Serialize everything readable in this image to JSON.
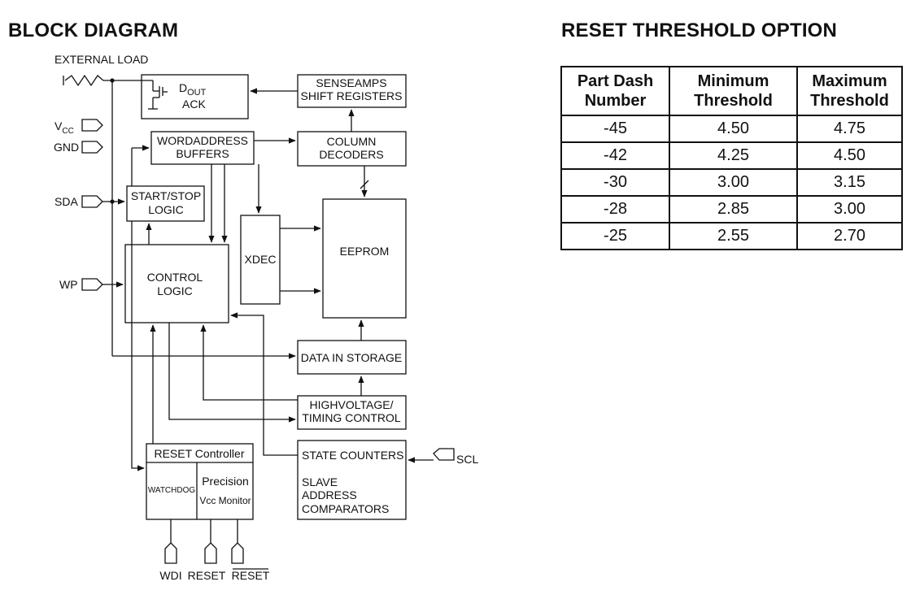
{
  "titles": {
    "block_diagram": "BLOCK DIAGRAM",
    "reset_threshold": "RESET THRESHOLD OPTION"
  },
  "diagram": {
    "external_load": "EXTERNAL LOAD",
    "vcc_v": "V",
    "vcc_sub": "CC",
    "gnd": "GND",
    "sda": "SDA",
    "wp": "WP",
    "scl": "SCL",
    "dout_d": "D",
    "dout_sub": "OUT",
    "ack": "ACK",
    "senseamps": "SENSEAMPS",
    "shift_registers": "SHIFT REGISTERS",
    "wordaddress": "WORDADDRESS",
    "buffers": "BUFFERS",
    "column": "COLUMN",
    "decoders": "DECODERS",
    "start_stop": "START/STOP",
    "logic": "LOGIC",
    "control": "CONTROL",
    "control_logic": "LOGIC",
    "xdec": "XDEC",
    "eeprom": "EEPROM",
    "data_in_storage": "DATA IN STORAGE",
    "high_voltage": "HIGHVOLTAGE/",
    "timing_control": "TIMING CONTROL",
    "reset_controller": "RESET Controller",
    "watchdog": "WATCHDOG",
    "precision": "Precision",
    "vcc_monitor": "Vcc Monitor",
    "state_counters": "STATE COUNTERS",
    "slave": "SLAVE",
    "address": "ADDRESS",
    "comparators": "COMPARATORS",
    "wdi": "WDI",
    "reset": "RESET",
    "reset_bar": "RESET"
  },
  "table": {
    "headers": [
      [
        "Part Dash",
        "Number"
      ],
      [
        "Minimum",
        "Threshold"
      ],
      [
        "Maximum",
        "Threshold"
      ]
    ],
    "rows": [
      [
        "-45",
        "4.50",
        "4.75"
      ],
      [
        "-42",
        "4.25",
        "4.50"
      ],
      [
        "-30",
        "3.00",
        "3.15"
      ],
      [
        "-28",
        "2.85",
        "3.00"
      ],
      [
        "-25",
        "2.55",
        "2.70"
      ]
    ]
  }
}
